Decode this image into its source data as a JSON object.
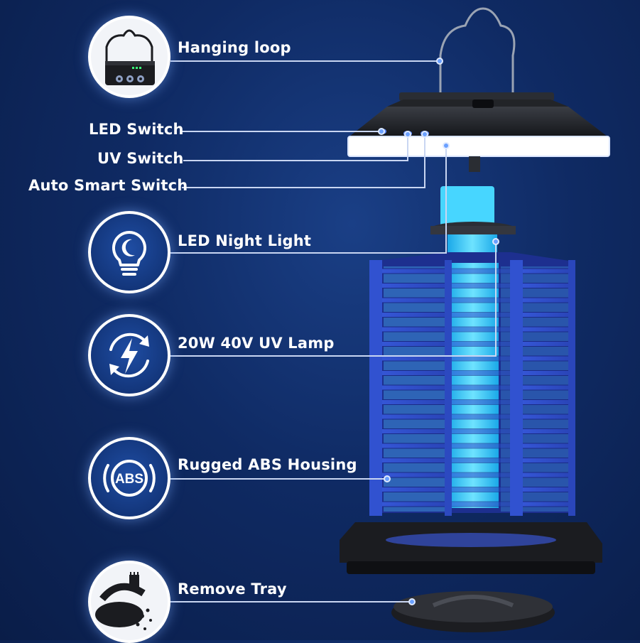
{
  "callouts": {
    "hanging_loop": "Hanging loop",
    "led_switch": "LED Switch",
    "uv_switch": "UV Switch",
    "auto_smart_switch": "Auto Smart Switch",
    "led_night_light": "LED Night Light",
    "uv_lamp": "20W 40V UV Lamp",
    "abs_housing": "Rugged ABS Housing",
    "remove_tray": "Remove Tray"
  },
  "icons": {
    "hanging_loop": "hanging-loop-icon",
    "led_night_light": "bulb-moon-icon",
    "uv_lamp": "lightning-cycle-icon",
    "abs_housing": "abs-icon",
    "remove_tray": "tray-insects-icon"
  },
  "icon_text": {
    "abs": "ABS"
  },
  "colors": {
    "background": "#0f2a63",
    "cage": "#2e4fd0",
    "uv_glow": "#37c8ff",
    "line": "#c9d6f2"
  }
}
